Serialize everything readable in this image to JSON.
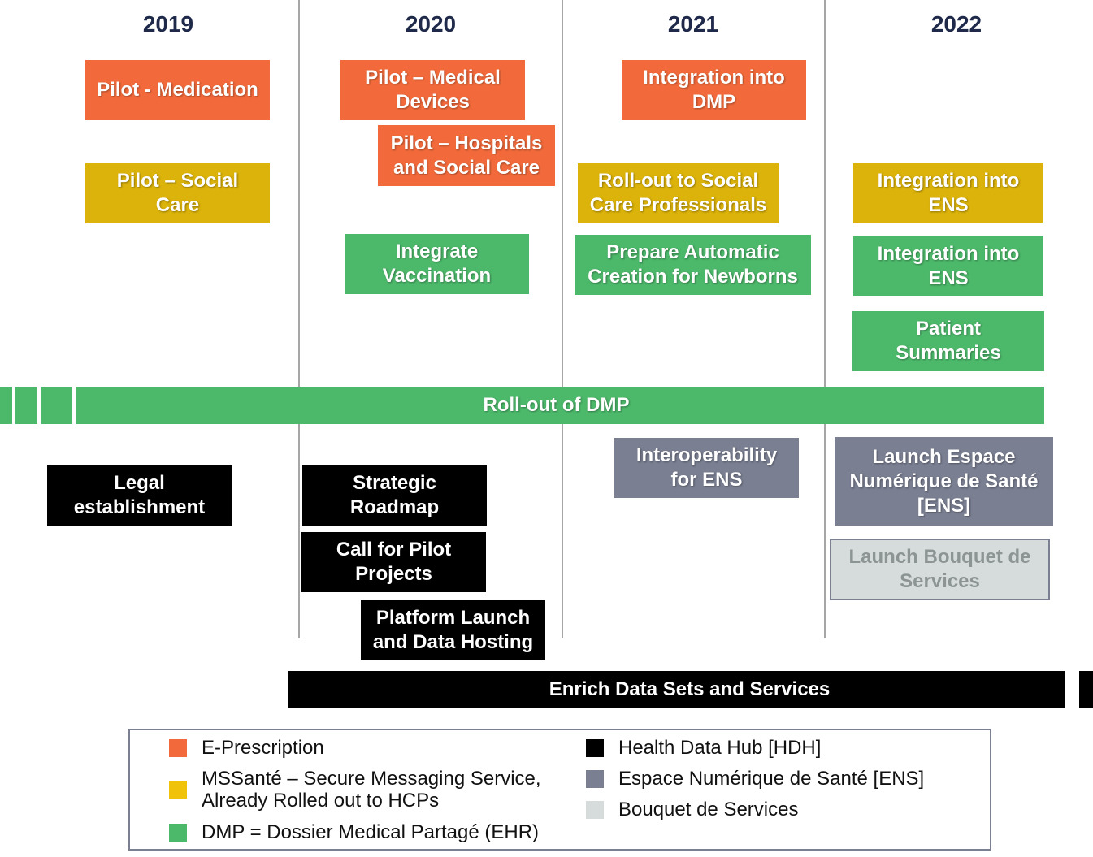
{
  "years": [
    "2019",
    "2020",
    "2021",
    "2022"
  ],
  "boxes": {
    "pilot_medication": "Pilot - Medication",
    "pilot_medical_devices": "Pilot – Medical\nDevices",
    "pilot_hospitals": "Pilot – Hospitals\nand Social Care",
    "integration_dmp": "Integration into\nDMP",
    "pilot_social_care": "Pilot – Social\nCare",
    "rollout_social": "Roll-out to Social\nCare Professionals",
    "integration_ens_yellow": "Integration into\nENS",
    "integrate_vaccination": "Integrate\nVaccination",
    "prepare_newborns": "Prepare Automatic\nCreation for Newborns",
    "integration_ens_green": "Integration into\nENS",
    "patient_summaries": "Patient\nSummaries",
    "legal_establishment": "Legal\nestablishment",
    "strategic_roadmap": "Strategic\nRoadmap",
    "call_pilot": "Call for Pilot\nProjects",
    "platform_launch": "Platform Launch\nand Data Hosting",
    "interoperability_ens": "Interoperability\nfor ENS",
    "launch_ens": "Launch Espace\nNumérique de Santé\n[ENS]",
    "launch_bouquet": "Launch Bouquet de\nServices"
  },
  "bars": {
    "rollout_dmp": "Roll-out of DMP",
    "enrich": "Enrich Data Sets and Services"
  },
  "legend": [
    {
      "label": "E-Prescription",
      "color": "#f26a3b"
    },
    {
      "label": "MSSanté – Secure Messaging Service,\nAlready Rolled out to HCPs",
      "color": "#f0c20a"
    },
    {
      "label": "DMP = Dossier Medical Partagé (EHR)",
      "color": "#4cb86a"
    },
    {
      "label": "Health Data Hub [HDH]",
      "color": "#000000"
    },
    {
      "label": "Espace Numérique de Santé [ENS]",
      "color": "#7a7f92"
    },
    {
      "label": "Bouquet de Services",
      "color": "#d6dcdc"
    }
  ]
}
